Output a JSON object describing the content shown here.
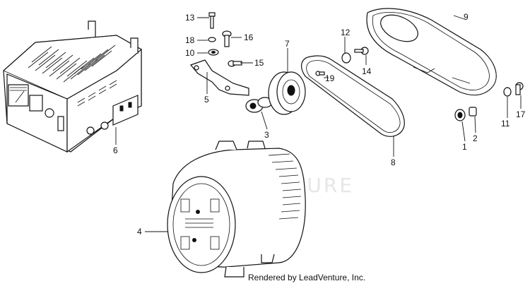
{
  "watermark": "LEADVENTURE",
  "credit": "Rendered by LeadVenture, Inc.",
  "callouts": {
    "c1": "1",
    "c2": "2",
    "c3": "3",
    "c4": "4",
    "c5": "5",
    "c6": "6",
    "c7": "7",
    "c8": "8",
    "c9": "9",
    "c10": "10",
    "c11": "11",
    "c12": "12",
    "c13": "13",
    "c14": "14",
    "c15": "15",
    "c16": "16",
    "c17": "17",
    "c18": "18",
    "c19": "19"
  }
}
